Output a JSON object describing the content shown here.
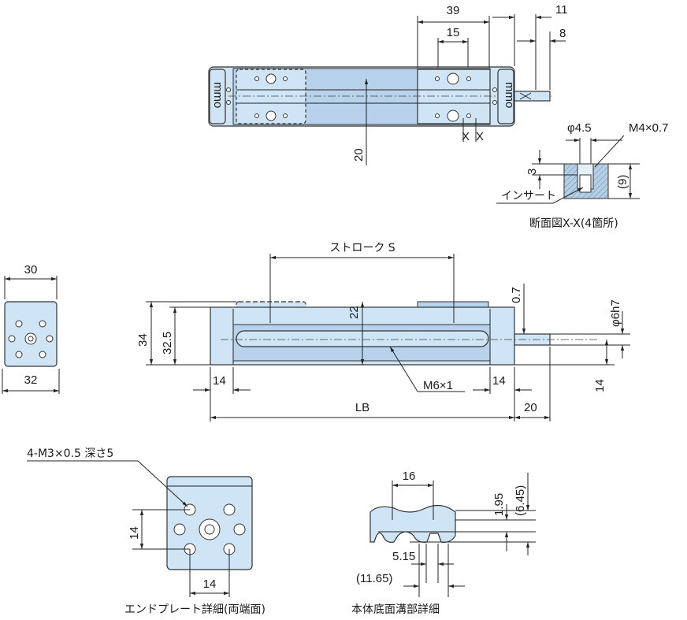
{
  "top_view": {
    "dims": {
      "d39": "39",
      "d15": "15",
      "d11": "11",
      "d8": "8",
      "d20": "20",
      "x1": "X",
      "x2": "X"
    },
    "brand": "mmo"
  },
  "section": {
    "phi": "φ4.5",
    "thread": "M4×0.7",
    "d3": "3",
    "d9": "(9)",
    "insert_label": "インサート",
    "caption": "断面図X-X(4箇所)"
  },
  "end_view": {
    "w_top": "30",
    "w_bot": "32"
  },
  "side_view": {
    "stroke_label": "ストローク S",
    "d34": "34",
    "d325": "32.5",
    "d22": "22",
    "d07": "0.7",
    "phi_shaft": "φ6h7",
    "thread": "M6×1",
    "d14_left": "14",
    "d14_right": "14",
    "d14_vert": "14",
    "lb": "LB",
    "d20": "20"
  },
  "end_plate": {
    "note": "4-M3×0.5 深さ5",
    "d14v": "14",
    "d14h": "14",
    "caption": "エンドプレート詳細(両端面)"
  },
  "groove": {
    "d16": "16",
    "d195": "1.95",
    "d645": "(6.45)",
    "d515": "5.15",
    "d1165": "(11.65)",
    "caption": "本体底面溝部詳細"
  }
}
